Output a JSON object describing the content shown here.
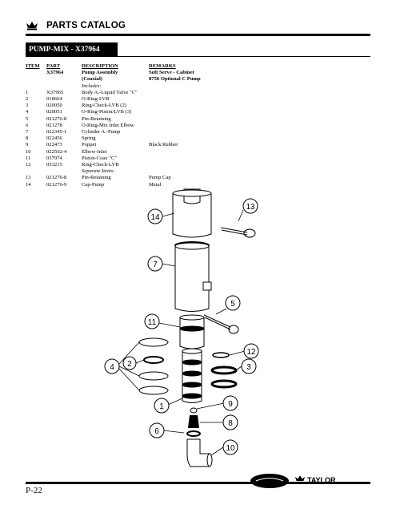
{
  "header": {
    "title": "PARTS CATALOG"
  },
  "section": {
    "title": "PUMP-MIX - X37964"
  },
  "table": {
    "columns": [
      "ITEM",
      "PART",
      "DESCRIPTION",
      "REMARKS"
    ],
    "rows": [
      {
        "item": "",
        "part": "X37964",
        "desc": "Pump Assembly",
        "remarks": "Soft Serve - Cabinet",
        "bold": true
      },
      {
        "item": "",
        "part": "",
        "desc": "(Coaxial)",
        "remarks": "8756 Optional C Pump",
        "bold": true
      },
      {
        "item": "",
        "part": "",
        "desc": "Includes:",
        "remarks": "",
        "italic": true
      },
      {
        "item": "1",
        "part": "X37965",
        "desc": "Body A.-Liquid Valve \"C\"",
        "remarks": ""
      },
      {
        "item": "2",
        "part": "018664",
        "desc": "O-Ring-LVB",
        "remarks": ""
      },
      {
        "item": "3",
        "part": "020050",
        "desc": "Ring-Check-LVB (2)",
        "remarks": ""
      },
      {
        "item": "4",
        "part": "020051",
        "desc": "O-Ring-Piston/LVB (3)",
        "remarks": ""
      },
      {
        "item": "5",
        "part": "021276-8",
        "desc": "Pin-Retaining",
        "remarks": ""
      },
      {
        "item": "6",
        "part": "021278",
        "desc": "O-Ring-Mix Inlet Elbow",
        "remarks": ""
      },
      {
        "item": "7",
        "part": "022345-1",
        "desc": "Cylinder A.-Pump",
        "remarks": ""
      },
      {
        "item": "8",
        "part": "022456",
        "desc": "Spring",
        "remarks": ""
      },
      {
        "item": "9",
        "part": "022473",
        "desc": "Poppet",
        "remarks": "Black Rubber"
      },
      {
        "item": "10",
        "part": "022502-4",
        "desc": "Elbow-Inlet",
        "remarks": ""
      },
      {
        "item": "11",
        "part": "037974",
        "desc": "Piston-Coax \"C\"",
        "remarks": ""
      },
      {
        "item": "12",
        "part": "033215",
        "desc": "Ring-Check-LVB",
        "remarks": ""
      },
      {
        "item": "",
        "part": "",
        "desc": "Separate Items:",
        "remarks": "",
        "italic": true
      },
      {
        "item": "13",
        "part": "021276-8",
        "desc": "Pin-Retaining",
        "remarks": "Pump Cap"
      },
      {
        "item": "14",
        "part": "021276-9",
        "desc": "Cap-Pump",
        "remarks": "Metal"
      }
    ]
  },
  "callouts": [
    "14",
    "13",
    "7",
    "5",
    "11",
    "12",
    "4",
    "2",
    "3",
    "1",
    "9",
    "6",
    "8",
    "10"
  ],
  "footer": {
    "page": "P-22",
    "brand": "TAYLOR"
  },
  "icons": {
    "header": "crown-icon",
    "footer_logo": "carpigiani-logo",
    "footer_brand": "crown-icon"
  }
}
